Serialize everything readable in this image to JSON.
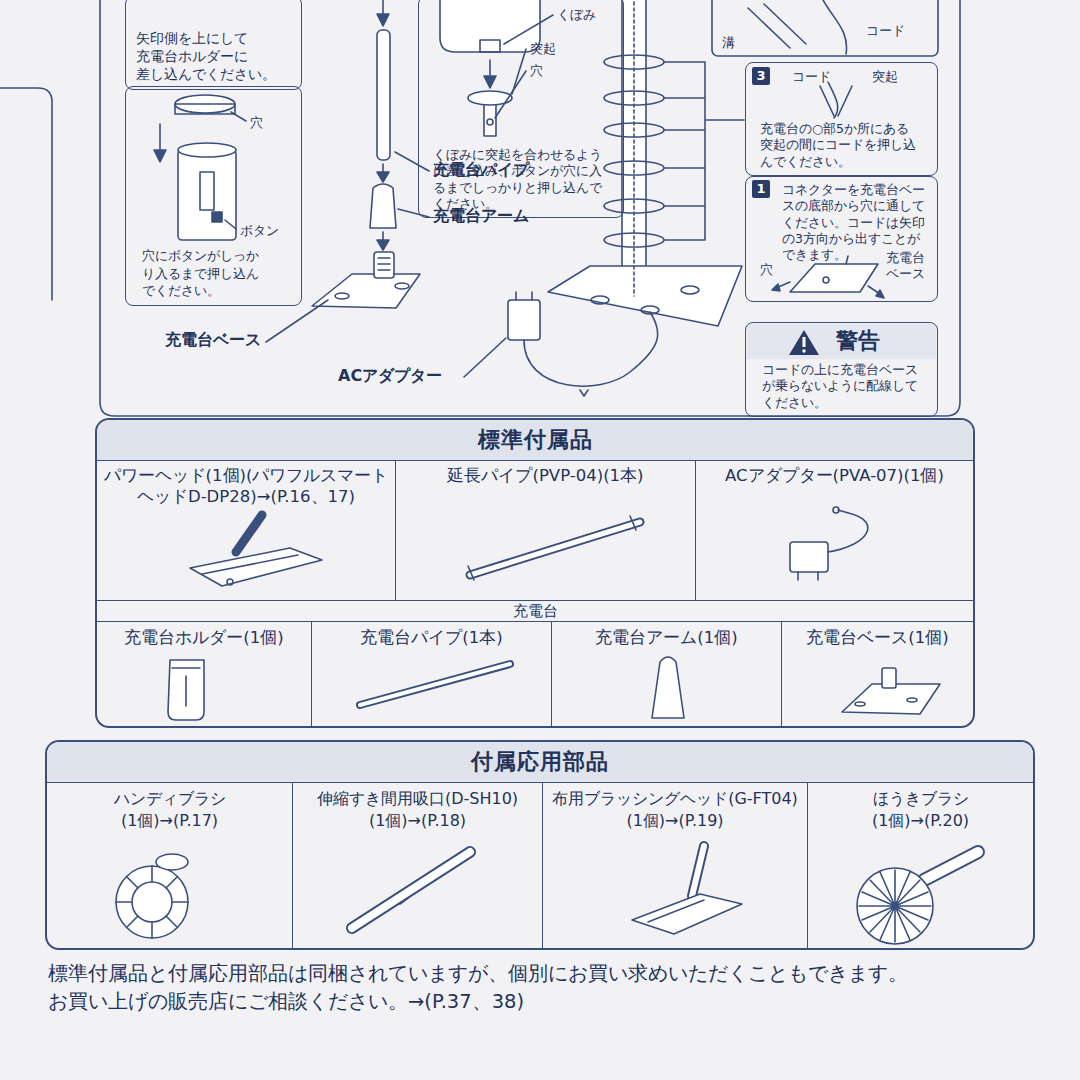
{
  "diagram": {
    "nodes": [
      {
        "text": [
          "矢印側を上にして 充電台ホルダーに 差し込んでください。"
        ]
      },
      {
        "text": [
          "穴にボタンがしっかり入るまで押し込んでください。"
        ]
      },
      {
        "text": [
          "くぼみに突起を合わせるように差し込み、ボタンが穴に入るまでしっかりと押し込んでください。"
        ]
      },
      {
        "text": [
          "充電台の○部5か所にある突起の間にコードを押し込んでください。"
        ]
      },
      {
        "text": [
          "コネクターを充電台ベースの底部から穴に通してください。コードは矢印の3方向から出すことができます。"
        ]
      },
      {
        "text": [
          "警告",
          "コードの上に充電台ベースが乗らないように配線してください。"
        ]
      },
      {
        "text": [
          "標準付属品"
        ]
      },
      {
        "text": [
          "パワーヘッド(1個)(パワフルスマートヘッドD-DP28)→(P.16、17)"
        ],
        "in": 6
      },
      {
        "text": [
          "延長パイプ(PVP-04)(1本)"
        ],
        "in": 6
      },
      {
        "text": [
          "ACアダプター(PVA-07)(1個)"
        ],
        "in": 6
      },
      {
        "text": [
          "充電台"
        ],
        "in": 6
      },
      {
        "text": [
          "充電台ホルダー(1個)"
        ],
        "in": 10
      },
      {
        "text": [
          "充電台パイプ(1本)"
        ],
        "in": 10
      },
      {
        "text": [
          "充電台アーム(1個)"
        ],
        "in": 10
      },
      {
        "text": [
          "充電台ベース(1個)"
        ],
        "in": 10
      },
      {
        "text": [
          "付属応用部品"
        ]
      },
      {
        "text": [
          "ハンディブラシ (1個)→(P.17)"
        ],
        "in": 15
      },
      {
        "text": [
          "伸縮すき間用吸口(D-SH10) (1個)→(P.18)"
        ],
        "in": 15
      },
      {
        "text": [
          "布用ブラッシングヘッド(G-FT04) (1個)→(P.19)"
        ],
        "in": 15
      },
      {
        "text": [
          "ほうきブラシ (1個)→(P.20)"
        ],
        "in": 15
      }
    ],
    "labels": [
      "くぼみ",
      "突起",
      "穴",
      "穴",
      "ボタン",
      "充電台パイプ",
      "充電台アーム",
      "充電台ベース",
      "ACアダプター",
      "溝",
      "コード",
      "3",
      "コード",
      "突起",
      "1",
      "穴",
      "充電台ベース",
      "標準付属品と付属応用部品は同梱されていますが、個別にお買い求めいただくこともできます。 お買い上げの販売店にご相談ください。→(P.37、38)"
    ]
  }
}
